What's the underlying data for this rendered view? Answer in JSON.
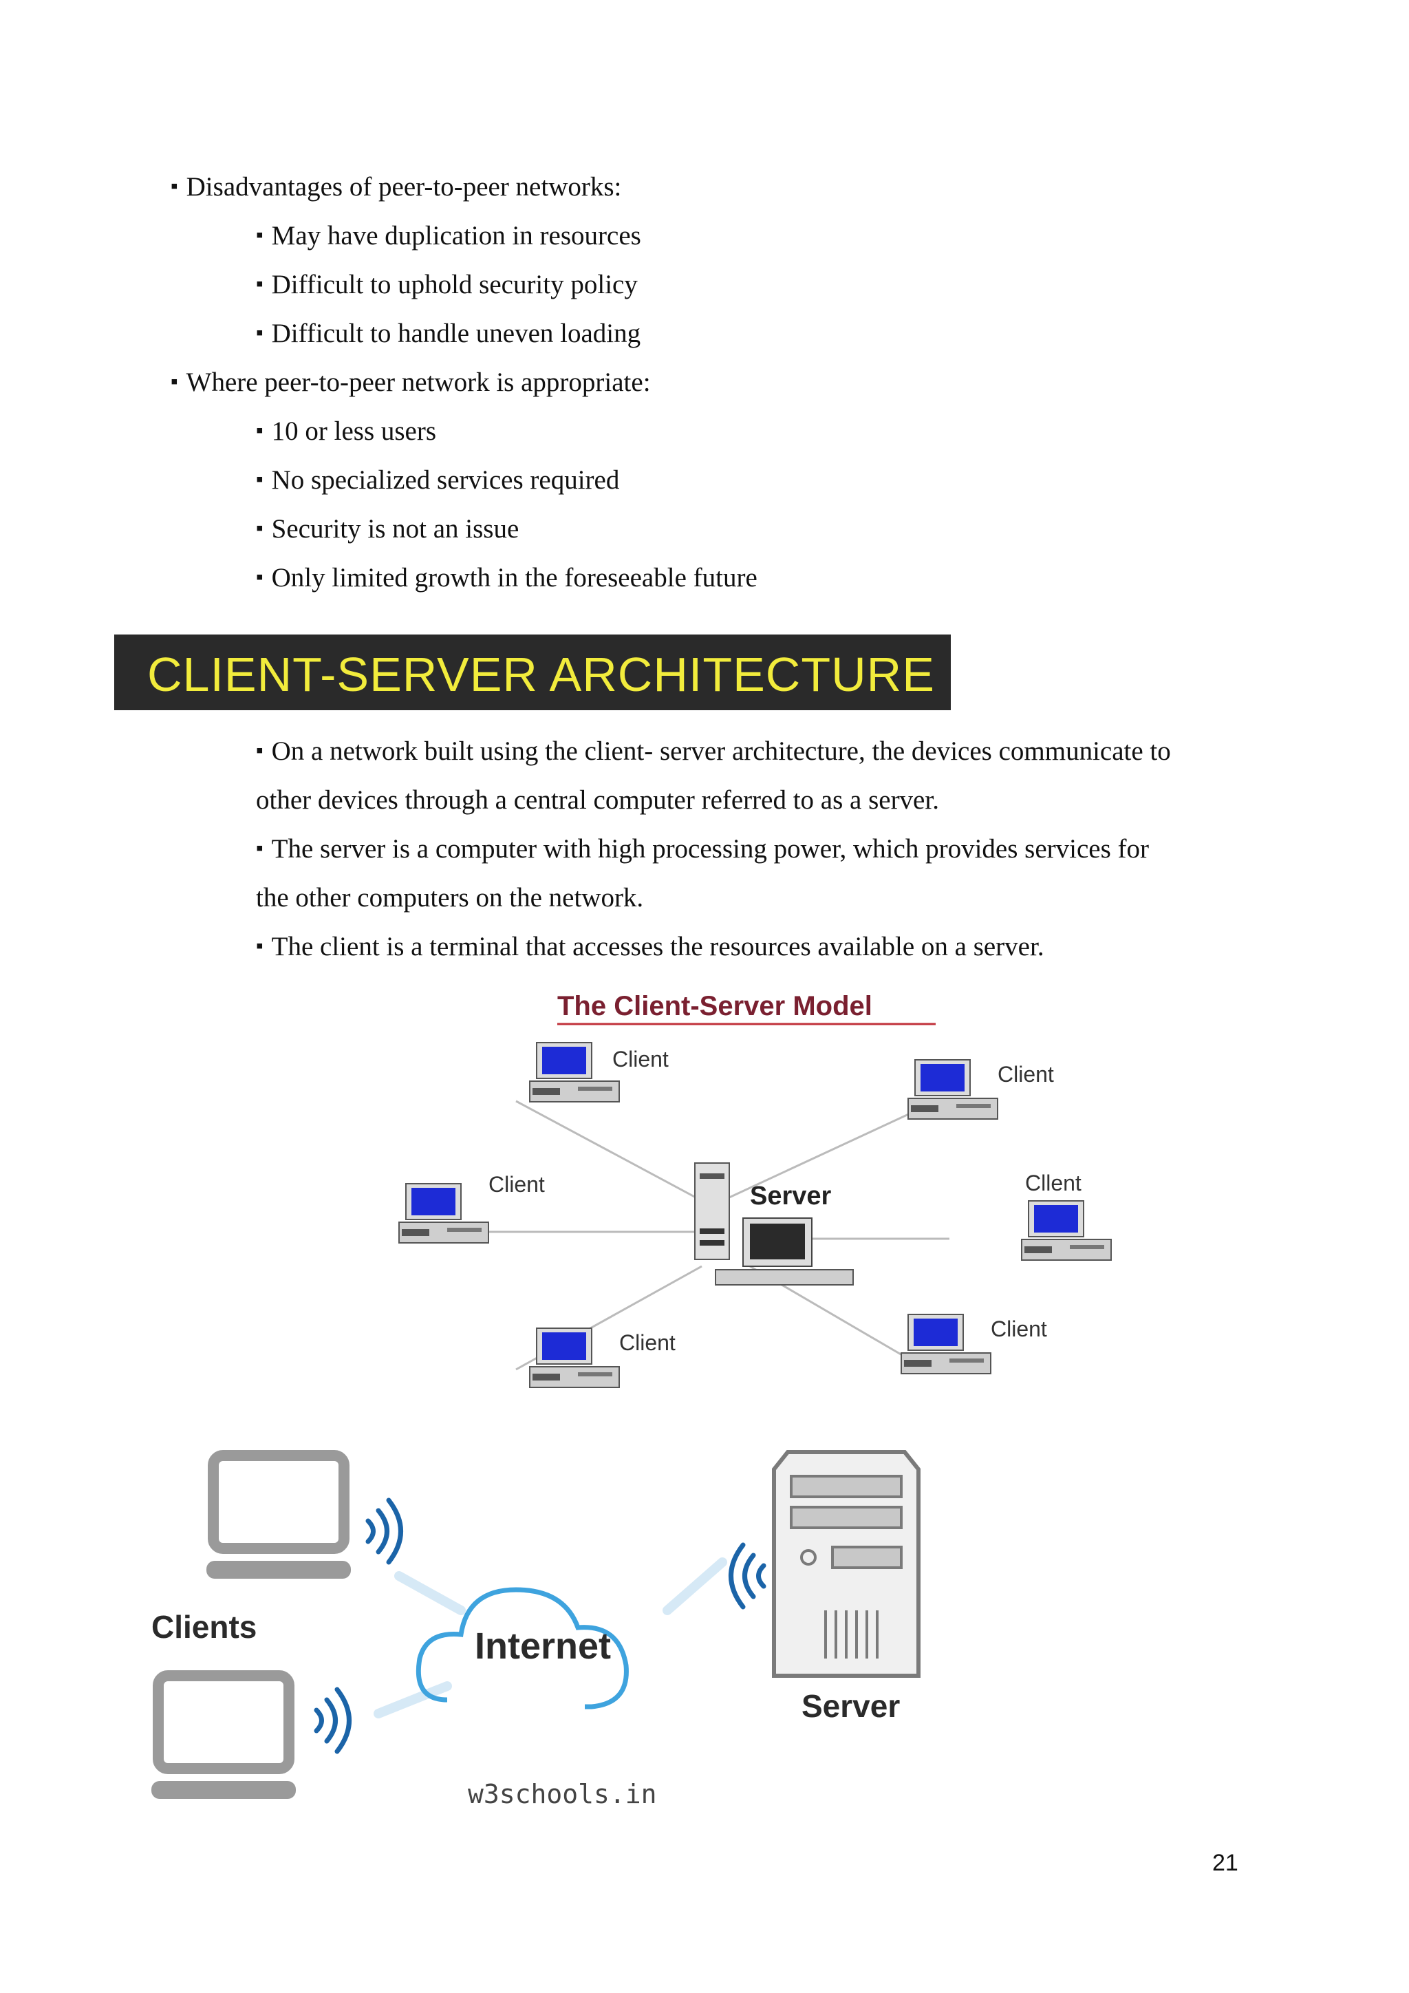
{
  "list1": {
    "heading": "Disadvantages of peer-to-peer networks:",
    "items": [
      "May have duplication in resources",
      "Difficult to uphold security policy",
      "Difficult to handle uneven loading"
    ]
  },
  "list2": {
    "heading": "Where peer-to-peer network is appropriate:",
    "items": [
      "10 or less users",
      "No specialized services required",
      "Security is not an issue",
      "Only limited growth in the foreseeable future"
    ]
  },
  "section": {
    "title": "CLIENT-SERVER ARCHITECTURE",
    "lines": [
      "On a network built using the client- server architecture, the devices communicate to",
      "other devices through a central computer referred to as a server.",
      "The server is a computer with high processing power, which provides services for",
      "the other computers on the network.",
      "The client is a terminal that accesses the resources available on a server."
    ]
  },
  "figure1": {
    "title": "The Client-Server Model",
    "server_label": "Server",
    "client_label": "Client",
    "client_label_alt": "Cllent"
  },
  "figure2": {
    "clients_label": "Clients",
    "internet_label": "Internet",
    "server_label": "Server",
    "watermark": "w3schools.in"
  },
  "page_number": "21"
}
